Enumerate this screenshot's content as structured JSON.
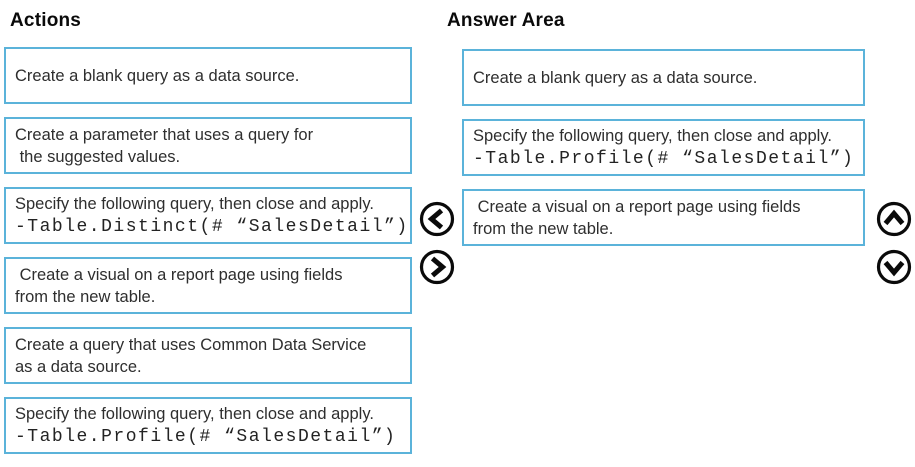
{
  "headings": {
    "actions": "Actions",
    "answer_area": "Answer Area"
  },
  "actions": [
    {
      "text": "Create a blank query as a data source."
    },
    {
      "text": "Create a parameter that uses a query for\n the suggested values."
    },
    {
      "text": "Specify the following query, then close and apply.",
      "code": "-Table.Distinct(# “SalesDetail”)"
    },
    {
      "text": " Create a visual on a report page using fields\nfrom the new table."
    },
    {
      "text": "Create a query that uses Common Data Service\nas a data source."
    },
    {
      "text": "Specify the following query, then close and apply.",
      "code": "-Table.Profile(# “SalesDetail”)"
    }
  ],
  "answers": [
    {
      "text": "Create a blank query as a data source."
    },
    {
      "text": "Specify the following query, then close and apply.",
      "code": "-Table.Profile(# “SalesDetail”)"
    },
    {
      "text": " Create a visual on a report page using fields\nfrom the new table."
    }
  ],
  "controls": {
    "left_icon": "chevron-left-icon",
    "right_icon": "chevron-right-icon",
    "up_icon": "chevron-up-icon",
    "down_icon": "chevron-down-icon"
  },
  "colors": {
    "box_border": "#5bb3da",
    "text": "#2e2e2e",
    "arrow": "#0a0a0a"
  }
}
